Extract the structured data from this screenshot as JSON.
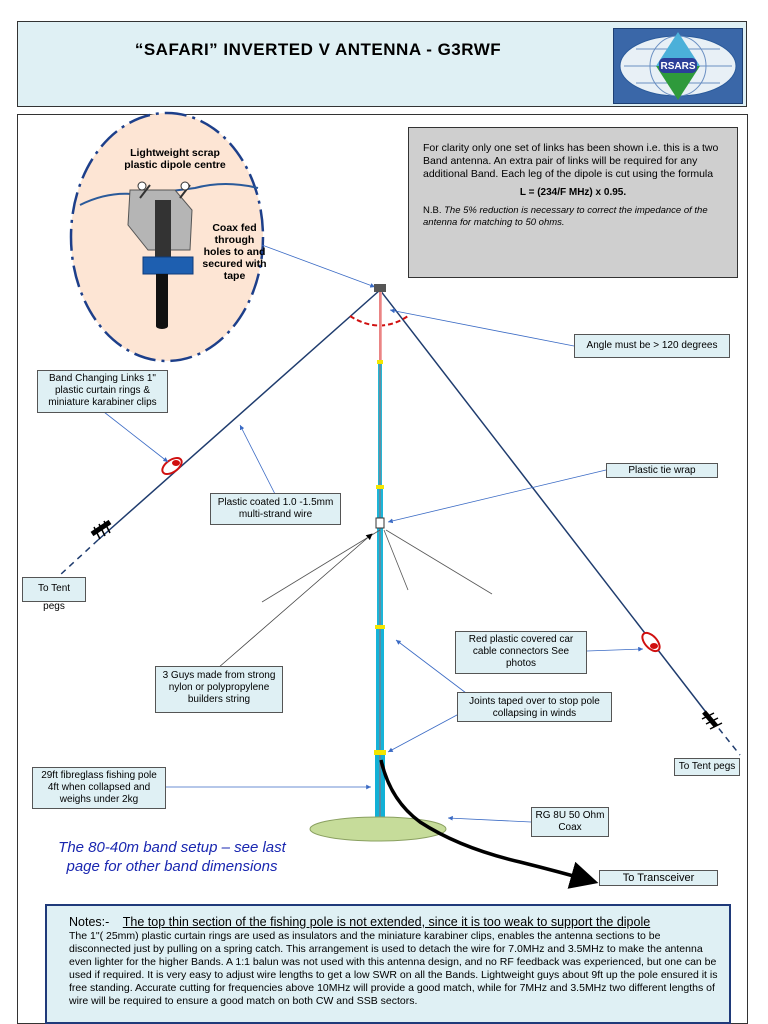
{
  "header": {
    "title": "“SAFARI” INVERTED V ANTENNA  -  G3RWF",
    "logo_text": "RSARS"
  },
  "inset": {
    "title": "Lightweight scrap plastic dipole centre",
    "coax_note": "Coax fed through holes to and secured with tape"
  },
  "clarity": {
    "text": "For clarity only one set of links has been shown i.e. this is a two Band antenna. An extra pair of links will be required for any additional Band. Each leg of the dipole is cut using the formula",
    "formula": "L = (234/F MHz) x 0.95.",
    "nb_prefix": "N.B.",
    "nb_text": "The 5% reduction is necessary to correct the impedance of the antenna for matching to 50 ohms."
  },
  "labels": {
    "angle": "Angle must be > 120 degrees",
    "band_links": "Band Changing Links 1\" plastic curtain rings & miniature karabiner clips",
    "tie_wrap": "Plastic tie wrap",
    "wire": "Plastic coated 1.0 -1.5mm multi-strand wire",
    "tent_left": "To Tent pegs",
    "tent_right": "To Tent pegs",
    "connectors": "Red plastic covered car cable connectors See photos",
    "guys": "3 Guys made from strong nylon or polypropylene builders string",
    "joints": "Joints taped over to stop pole collapsing in winds",
    "pole": "29ft fibreglass fishing pole 4ft when collapsed and weighs under 2kg",
    "coax": "RG 8U 50 Ohm Coax",
    "transceiver": "To Transceiver"
  },
  "band_setup": "The 80-40m band setup – see last page for other band dimensions",
  "notes": {
    "prefix": "Notes:-",
    "headline": "The top thin section of the fishing pole is not extended, since it is too weak to support the dipole",
    "body": "The 1\"( 25mm) plastic curtain rings are used as insulators and the miniature karabiner clips, enables the antenna sections to be disconnected just by pulling on a spring catch. This arrangement is used to detach the wire for 7.0MHz and 3.5MHz to make the antenna even lighter for the higher Bands.  A 1:1 balun was not used with this antenna design, and no RF feedback was experienced,  but one can be used if required. It is very  easy to adjust wire lengths to get a low SWR on all the Bands. Lightweight guys about 9ft up the pole ensured it is  free standing. Accurate cutting for frequencies above 10MHz will provide a good match, while for 7MHz and 3.5MHz two different lengths of wire will be required to ensure a good match on both CW and SSB sectors."
  },
  "colors": {
    "box_fill": "#dff0f4",
    "pole": "#16b6d6",
    "wire": "#1f3c6e",
    "band_text": "#1a27b0",
    "notes_border": "#1f3a7a"
  }
}
